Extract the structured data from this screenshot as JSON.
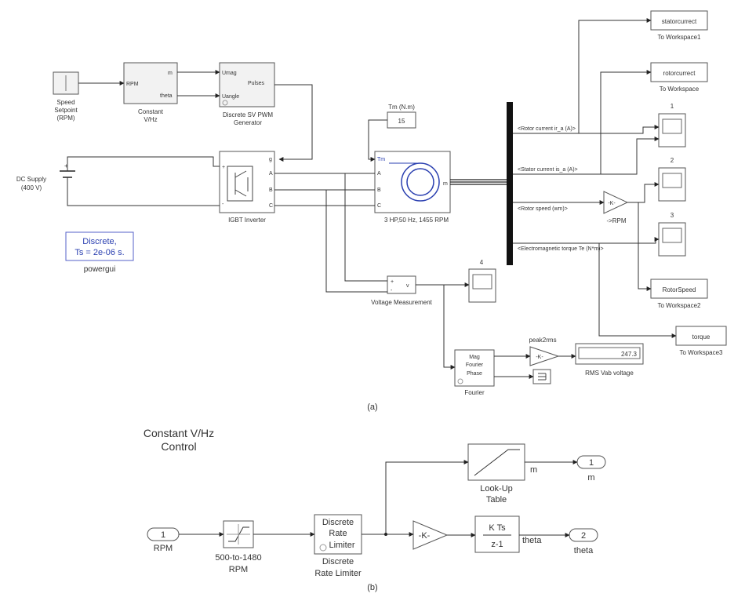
{
  "part_a": {
    "caption": "(a)",
    "speed_setpoint": {
      "label_lines": [
        "Speed",
        "Setpoint",
        "(RPM)"
      ]
    },
    "constant_vhz": {
      "in_port": "RPM",
      "out_ports": [
        "m",
        "theta"
      ],
      "label_lines": [
        "Constant",
        "V/Hz"
      ]
    },
    "svpwm": {
      "in_ports": [
        "Umag",
        "Uangle"
      ],
      "out_port": "Pulses",
      "label_lines": [
        "Discrete SV PWM",
        "Generator"
      ]
    },
    "dc_supply": {
      "label_lines": [
        "DC Supply",
        "(400 V)"
      ],
      "plus": "+"
    },
    "igbt": {
      "ports": [
        "g",
        "A",
        "B",
        "C",
        "+",
        "-"
      ],
      "label": "IGBT Inverter"
    },
    "torque_const": {
      "title": "Tm (N.m)",
      "value": "15"
    },
    "motor": {
      "ports": [
        "Tm",
        "A",
        "B",
        "C",
        "m"
      ],
      "label": "3 HP,50 Hz, 1455 RPM"
    },
    "bus_signals": [
      "<Rotor current ir_a (A)>",
      "<Stator current is_a (A)>",
      "<Rotor speed (wm)>",
      "<Electromagnetic torque Te (N*m)>"
    ],
    "gain_rpm": {
      "symbol": "-K-",
      "label": "->RPM"
    },
    "scopes": [
      "1",
      "2",
      "3",
      "4"
    ],
    "workspace": [
      {
        "var": "statorcurrect",
        "label": "To Workspace1"
      },
      {
        "var": "rotorcurrect",
        "label": "To Workspace"
      },
      {
        "var": "RotorSpeed",
        "label": "To Workspace2"
      },
      {
        "var": "torque",
        "label": "To Workspace3"
      }
    ],
    "voltage_meas": {
      "ports": [
        "+",
        "-"
      ],
      "out": "v",
      "label": "Voltage Measurement"
    },
    "fourier": {
      "lines": [
        "Mag",
        "Fourier",
        "Phase"
      ],
      "label": "Fourier"
    },
    "peak2rms": {
      "label": "peak2rms",
      "symbol": "-K-"
    },
    "display": {
      "value": "247.3",
      "label": "RMS Vab voltage"
    },
    "powergui": {
      "lines": [
        "Discrete,",
        "Ts = 2e-06 s."
      ],
      "label": "powergui"
    }
  },
  "part_b": {
    "caption": "(b)",
    "title_lines": [
      "Constant V/Hz",
      "Control"
    ],
    "inport": {
      "num": "1",
      "label": "RPM"
    },
    "saturation": {
      "label_lines": [
        "500-to-1480",
        "RPM"
      ]
    },
    "rate_limiter": {
      "lines": [
        "Discrete",
        "Rate",
        "Limiter"
      ],
      "label_lines": [
        "Discrete",
        "Rate Limiter"
      ]
    },
    "lookup": {
      "label_lines": [
        "Look-Up",
        "Table"
      ]
    },
    "gain": {
      "symbol": "-K-"
    },
    "integrator": {
      "num": "K Ts",
      "den": "z-1"
    },
    "signal_m": "m",
    "signal_theta": "theta",
    "outport_m": {
      "num": "1",
      "label": "m"
    },
    "outport_theta": {
      "num": "2",
      "label": "theta"
    }
  }
}
